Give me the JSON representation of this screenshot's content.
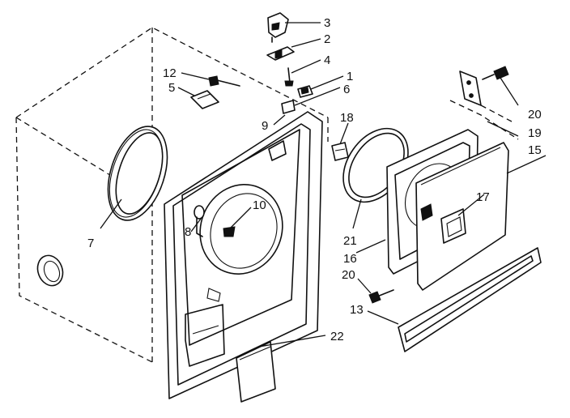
{
  "callouts": [
    {
      "id": "3",
      "text": "3"
    },
    {
      "id": "2",
      "text": "2"
    },
    {
      "id": "4",
      "text": "4"
    },
    {
      "id": "1",
      "text": "1"
    },
    {
      "id": "6",
      "text": "6"
    },
    {
      "id": "12",
      "text": "12"
    },
    {
      "id": "5",
      "text": "5"
    },
    {
      "id": "9",
      "text": "9"
    },
    {
      "id": "18",
      "text": "18"
    },
    {
      "id": "20a",
      "text": "20"
    },
    {
      "id": "19",
      "text": "19"
    },
    {
      "id": "15",
      "text": "15"
    },
    {
      "id": "17",
      "text": "17"
    },
    {
      "id": "10",
      "text": "10"
    },
    {
      "id": "8",
      "text": "8"
    },
    {
      "id": "7",
      "text": "7"
    },
    {
      "id": "21",
      "text": "21"
    },
    {
      "id": "16",
      "text": "16"
    },
    {
      "id": "20b",
      "text": "20"
    },
    {
      "id": "13",
      "text": "13"
    },
    {
      "id": "22",
      "text": "22"
    }
  ]
}
